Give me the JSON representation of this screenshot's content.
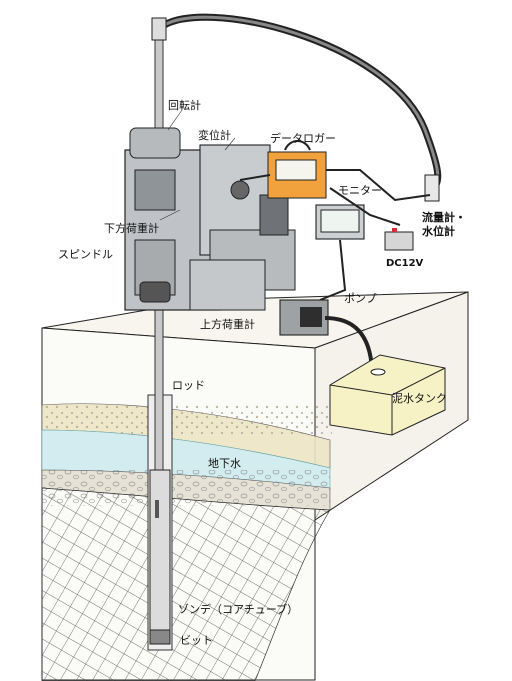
{
  "labels": {
    "rotation_meter": "回転計",
    "displacement_meter": "変位計",
    "data_logger": "データロガー",
    "monitor": "モニター",
    "flowmeter_water_level": "流量計・\n水位計",
    "lower_load_meter": "下方荷重計",
    "spindle": "スピンドル",
    "dc12v": "DC12V",
    "pump": "ポンプ",
    "upper_load_meter": "上方荷重計",
    "rod": "ロッド",
    "mud_tank": "泥水タンク",
    "groundwater": "地下水",
    "sonde": "ゾンデ（コアチューブ）",
    "bit": "ビット"
  },
  "colors": {
    "machine_body": "#bfc3c7",
    "soil_top": "#f7f5ee",
    "layer_sand": "#ece4c4",
    "layer_water": "#d3ecef",
    "layer_gravel": "#e6e2d6",
    "tank": "#f6f2c6",
    "logger_accent": "#f2a23c"
  }
}
